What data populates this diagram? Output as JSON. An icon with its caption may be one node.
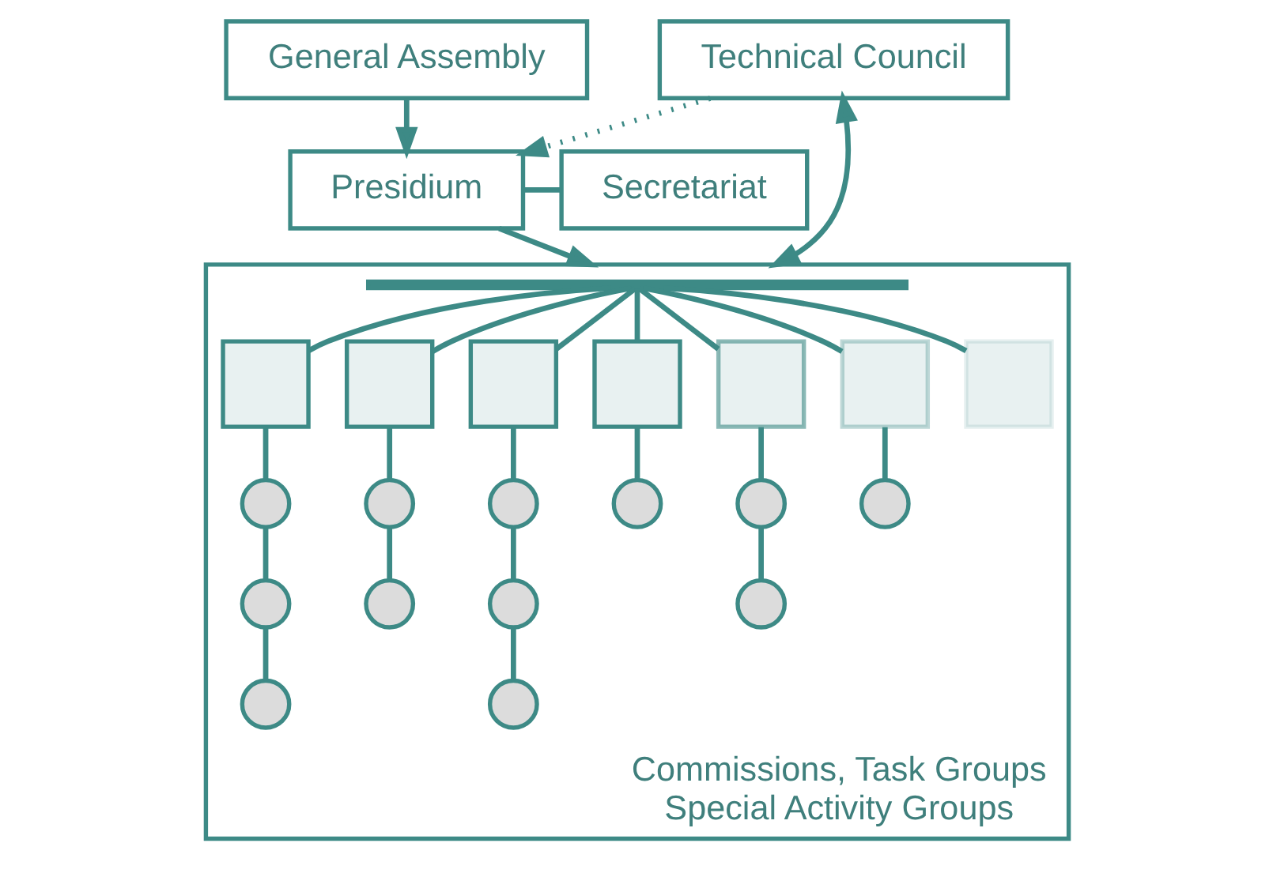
{
  "diagram": {
    "nodes": [
      {
        "text": [
          "General Assembly"
        ]
      },
      {
        "text": [
          "Technical Council"
        ]
      },
      {
        "text": [
          "Presidium"
        ]
      },
      {
        "text": [
          "Secretariat"
        ]
      },
      {
        "text": [
          "Commissions, Task Groups",
          "Special Activity Groups"
        ]
      },
      {
        "text": [],
        "shape": "bar",
        "in": 4
      },
      {
        "text": [],
        "shape": "box",
        "in": 4
      },
      {
        "text": [],
        "shape": "box",
        "in": 4
      },
      {
        "text": [],
        "shape": "box",
        "in": 4
      },
      {
        "text": [],
        "shape": "box",
        "in": 4
      },
      {
        "text": [],
        "shape": "box",
        "in": 4
      },
      {
        "text": [],
        "shape": "box",
        "in": 4
      },
      {
        "text": [],
        "shape": "box",
        "in": 4
      },
      {
        "text": [],
        "shape": "circle",
        "in": 4
      },
      {
        "text": [],
        "shape": "circle",
        "in": 4
      },
      {
        "text": [],
        "shape": "circle",
        "in": 4
      },
      {
        "text": [],
        "shape": "circle",
        "in": 4
      },
      {
        "text": [],
        "shape": "circle",
        "in": 4
      },
      {
        "text": [],
        "shape": "circle",
        "in": 4
      },
      {
        "text": [],
        "shape": "circle",
        "in": 4
      },
      {
        "text": [],
        "shape": "circle",
        "in": 4
      },
      {
        "text": [],
        "shape": "circle",
        "in": 4
      },
      {
        "text": [],
        "shape": "circle",
        "in": 4
      },
      {
        "text": [],
        "shape": "circle",
        "in": 4
      },
      {
        "text": [],
        "shape": "circle",
        "in": 4
      }
    ],
    "edges": [
      {
        "from": 0,
        "to": 2,
        "arrow": "to"
      },
      {
        "from": 1,
        "to": 2,
        "arrow": "to",
        "style": "dashed"
      },
      {
        "from": 2,
        "to": 3,
        "arrow": "none"
      },
      {
        "from": 2,
        "to": 4,
        "arrow": "to"
      },
      {
        "from": 1,
        "to": 4,
        "arrow": "both"
      },
      {
        "from": 5,
        "to": 6,
        "arrow": "none"
      },
      {
        "from": 5,
        "to": 7,
        "arrow": "none"
      },
      {
        "from": 5,
        "to": 8,
        "arrow": "none"
      },
      {
        "from": 5,
        "to": 9,
        "arrow": "none"
      },
      {
        "from": 5,
        "to": 10,
        "arrow": "none"
      },
      {
        "from": 5,
        "to": 11,
        "arrow": "none"
      },
      {
        "from": 5,
        "to": 12,
        "arrow": "none"
      },
      {
        "from": 6,
        "to": 13,
        "arrow": "none"
      },
      {
        "from": 13,
        "to": 14,
        "arrow": "none"
      },
      {
        "from": 14,
        "to": 15,
        "arrow": "none"
      },
      {
        "from": 7,
        "to": 16,
        "arrow": "none"
      },
      {
        "from": 16,
        "to": 17,
        "arrow": "none"
      },
      {
        "from": 8,
        "to": 18,
        "arrow": "none"
      },
      {
        "from": 18,
        "to": 19,
        "arrow": "none"
      },
      {
        "from": 19,
        "to": 20,
        "arrow": "none"
      },
      {
        "from": 9,
        "to": 21,
        "arrow": "none"
      },
      {
        "from": 10,
        "to": 22,
        "arrow": "none"
      },
      {
        "from": 22,
        "to": 23,
        "arrow": "none"
      },
      {
        "from": 11,
        "to": 24,
        "arrow": "none"
      }
    ]
  }
}
